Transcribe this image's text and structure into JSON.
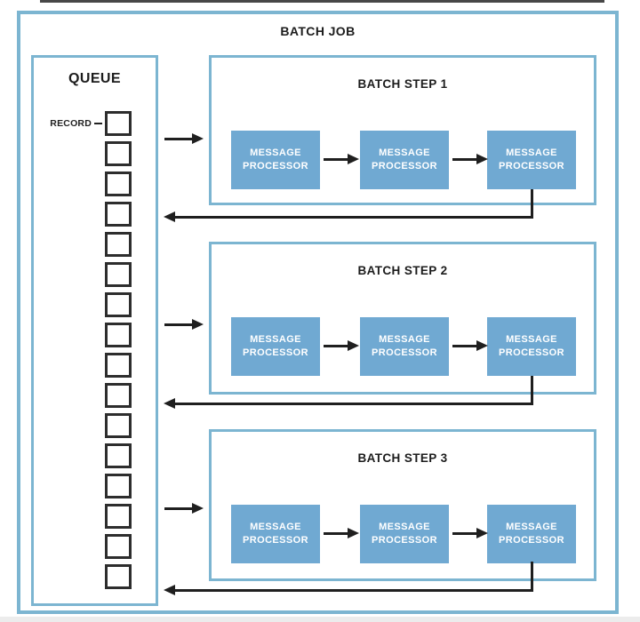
{
  "title": "BATCH JOB",
  "queue": {
    "title": "QUEUE",
    "record_label": "RECORD",
    "record_count": 16
  },
  "steps": [
    {
      "label": "BATCH STEP 1",
      "processors": [
        {
          "line1": "MESSAGE",
          "line2": "PROCESSOR"
        },
        {
          "line1": "MESSAGE",
          "line2": "PROCESSOR"
        },
        {
          "line1": "MESSAGE",
          "line2": "PROCESSOR"
        }
      ]
    },
    {
      "label": "BATCH STEP 2",
      "processors": [
        {
          "line1": "MESSAGE",
          "line2": "PROCESSOR"
        },
        {
          "line1": "MESSAGE",
          "line2": "PROCESSOR"
        },
        {
          "line1": "MESSAGE",
          "line2": "PROCESSOR"
        }
      ]
    },
    {
      "label": "BATCH STEP 3",
      "processors": [
        {
          "line1": "MESSAGE",
          "line2": "PROCESSOR"
        },
        {
          "line1": "MESSAGE",
          "line2": "PROCESSOR"
        },
        {
          "line1": "MESSAGE",
          "line2": "PROCESSOR"
        }
      ]
    }
  ],
  "colors": {
    "border_blue": "#7cb5d1",
    "processor_blue": "#70a9d2",
    "arrow_black": "#1f1f1f",
    "text_dark": "#1c1c1c",
    "square_border": "#2d2d2d"
  }
}
